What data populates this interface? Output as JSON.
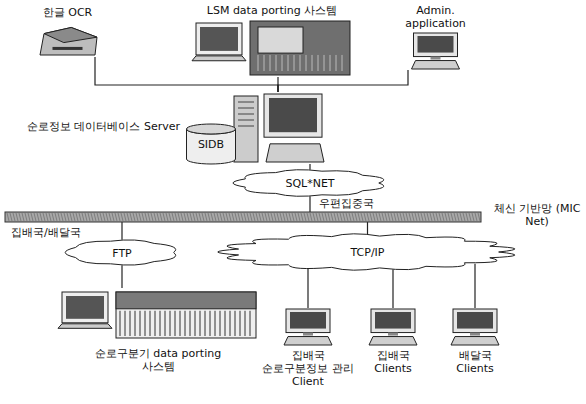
{
  "diagram": {
    "nodes": [
      {
        "text": [
          "한글 OCR"
        ]
      },
      {
        "text": [
          "LSM data porting 사스템"
        ]
      },
      {
        "text": [
          "Admin. application"
        ]
      },
      {
        "text": [
          "순로정보 데이터베이스 Server"
        ]
      },
      {
        "text": [
          "SIDB"
        ]
      },
      {
        "text": [
          "SQL*NET"
        ]
      },
      {
        "text": [
          "체신 기반망 (MIC Net)"
        ]
      },
      {
        "text": [
          "FTP"
        ]
      },
      {
        "text": [
          "TCP/IP"
        ]
      },
      {
        "text": [
          "순로구분기 data porting 사스템"
        ]
      },
      {
        "text": [
          "집배국 순로구분정보 관리 Client"
        ]
      },
      {
        "text": [
          "집배국 Clients"
        ]
      },
      {
        "text": [
          "배달국 Clients"
        ]
      }
    ],
    "edges": [
      {
        "from": 0,
        "to": 3,
        "arrow": "none"
      },
      {
        "from": 1,
        "to": 3,
        "arrow": "none"
      },
      {
        "from": 2,
        "to": 3,
        "arrow": "none"
      },
      {
        "from": 3,
        "to": 5,
        "arrow": "none"
      },
      {
        "from": 5,
        "to": 6,
        "arrow": "none"
      },
      {
        "from": 6,
        "to": 7,
        "arrow": "none"
      },
      {
        "from": 7,
        "to": 9,
        "arrow": "none"
      },
      {
        "from": 6,
        "to": 8,
        "arrow": "none"
      },
      {
        "from": 8,
        "to": 10,
        "arrow": "none"
      },
      {
        "from": 8,
        "to": 11,
        "arrow": "none"
      },
      {
        "from": 8,
        "to": 12,
        "arrow": "none"
      }
    ],
    "labels": [
      "우편집중국",
      "집배국/배달국"
    ]
  }
}
